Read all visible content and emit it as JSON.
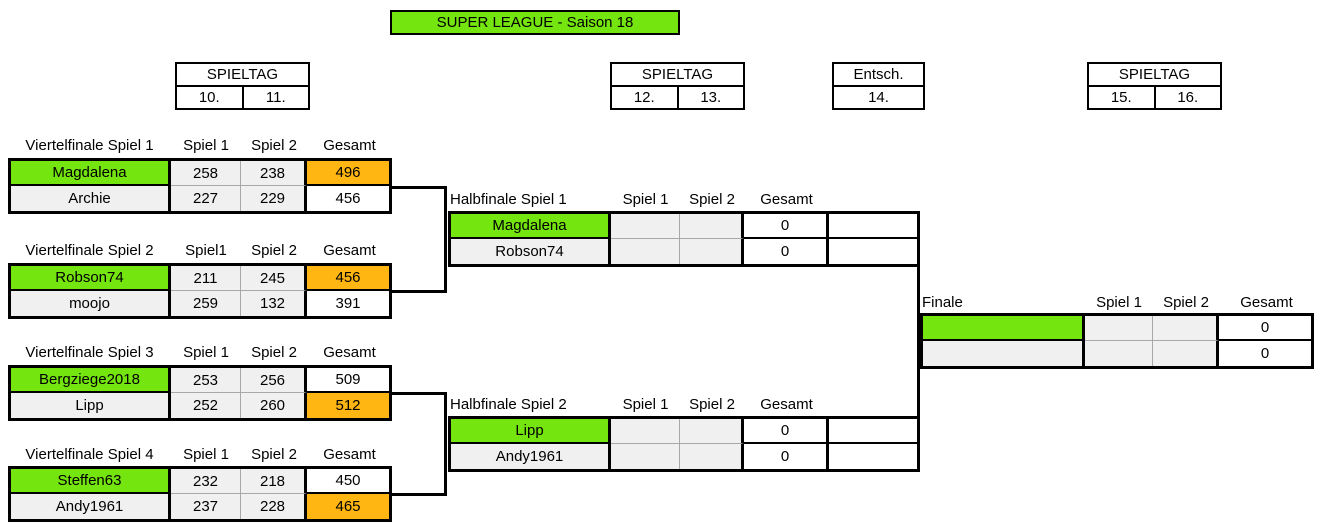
{
  "title": "SUPER LEAGUE - Saison 18",
  "colors": {
    "green": "#74E50F",
    "orange": "#FFB612",
    "cell_gray": "#F0F0F0"
  },
  "spieltag_boxes": [
    {
      "header": "SPIELTAG",
      "cells": [
        "10.",
        "11."
      ]
    },
    {
      "header": "SPIELTAG",
      "cells": [
        "12.",
        "13."
      ]
    },
    {
      "header": "Entsch.",
      "cells": [
        "14."
      ]
    },
    {
      "header": "SPIELTAG",
      "cells": [
        "15.",
        "16."
      ]
    }
  ],
  "quarterfinals": [
    {
      "label": "Viertelfinale Spiel 1",
      "headers": {
        "s1": "Spiel 1",
        "s2": "Spiel 2",
        "total": "Gesamt"
      },
      "rows": [
        {
          "name": "Magdalena",
          "s1": "258",
          "s2": "238",
          "total": "496",
          "highlight_name": true,
          "winner": true
        },
        {
          "name": "Archie",
          "s1": "227",
          "s2": "229",
          "total": "456",
          "highlight_name": false,
          "winner": false
        }
      ]
    },
    {
      "label": "Viertelfinale Spiel 2",
      "headers": {
        "s1": "Spiel1",
        "s2": "Spiel 2",
        "total": "Gesamt"
      },
      "rows": [
        {
          "name": "Robson74",
          "s1": "211",
          "s2": "245",
          "total": "456",
          "highlight_name": true,
          "winner": true
        },
        {
          "name": "moojo",
          "s1": "259",
          "s2": "132",
          "total": "391",
          "highlight_name": false,
          "winner": false
        }
      ]
    },
    {
      "label": "Viertelfinale Spiel 3",
      "headers": {
        "s1": "Spiel 1",
        "s2": "Spiel 2",
        "total": "Gesamt"
      },
      "rows": [
        {
          "name": "Bergziege2018",
          "s1": "253",
          "s2": "256",
          "total": "509",
          "highlight_name": true,
          "winner": false
        },
        {
          "name": "Lipp",
          "s1": "252",
          "s2": "260",
          "total": "512",
          "highlight_name": false,
          "winner": true
        }
      ]
    },
    {
      "label": "Viertelfinale Spiel 4",
      "headers": {
        "s1": "Spiel 1",
        "s2": "Spiel 2",
        "total": "Gesamt"
      },
      "rows": [
        {
          "name": "Steffen63",
          "s1": "232",
          "s2": "218",
          "total": "450",
          "highlight_name": true,
          "winner": false
        },
        {
          "name": "Andy1961",
          "s1": "237",
          "s2": "228",
          "total": "465",
          "highlight_name": false,
          "winner": true
        }
      ]
    }
  ],
  "semifinals": [
    {
      "label": "Halbfinale Spiel 1",
      "headers": {
        "s1": "Spiel 1",
        "s2": "Spiel 2",
        "total": "Gesamt"
      },
      "rows": [
        {
          "name": "Magdalena",
          "s1": "",
          "s2": "",
          "total": "0",
          "highlight_name": true,
          "winner": false
        },
        {
          "name": "Robson74",
          "s1": "",
          "s2": "",
          "total": "0",
          "highlight_name": false,
          "winner": false
        }
      ]
    },
    {
      "label": "Halbfinale Spiel 2",
      "headers": {
        "s1": "Spiel 1",
        "s2": "Spiel 2",
        "total": "Gesamt"
      },
      "rows": [
        {
          "name": "Lipp",
          "s1": "",
          "s2": "",
          "total": "0",
          "highlight_name": true,
          "winner": false
        },
        {
          "name": "Andy1961",
          "s1": "",
          "s2": "",
          "total": "0",
          "highlight_name": false,
          "winner": false
        }
      ]
    }
  ],
  "final": {
    "label": "Finale",
    "headers": {
      "s1": "Spiel 1",
      "s2": "Spiel 2",
      "total": "Gesamt"
    },
    "rows": [
      {
        "name": "",
        "s1": "",
        "s2": "",
        "total": "0",
        "highlight_name": true,
        "winner": false
      },
      {
        "name": "",
        "s1": "",
        "s2": "",
        "total": "0",
        "highlight_name": false,
        "winner": false
      }
    ]
  }
}
